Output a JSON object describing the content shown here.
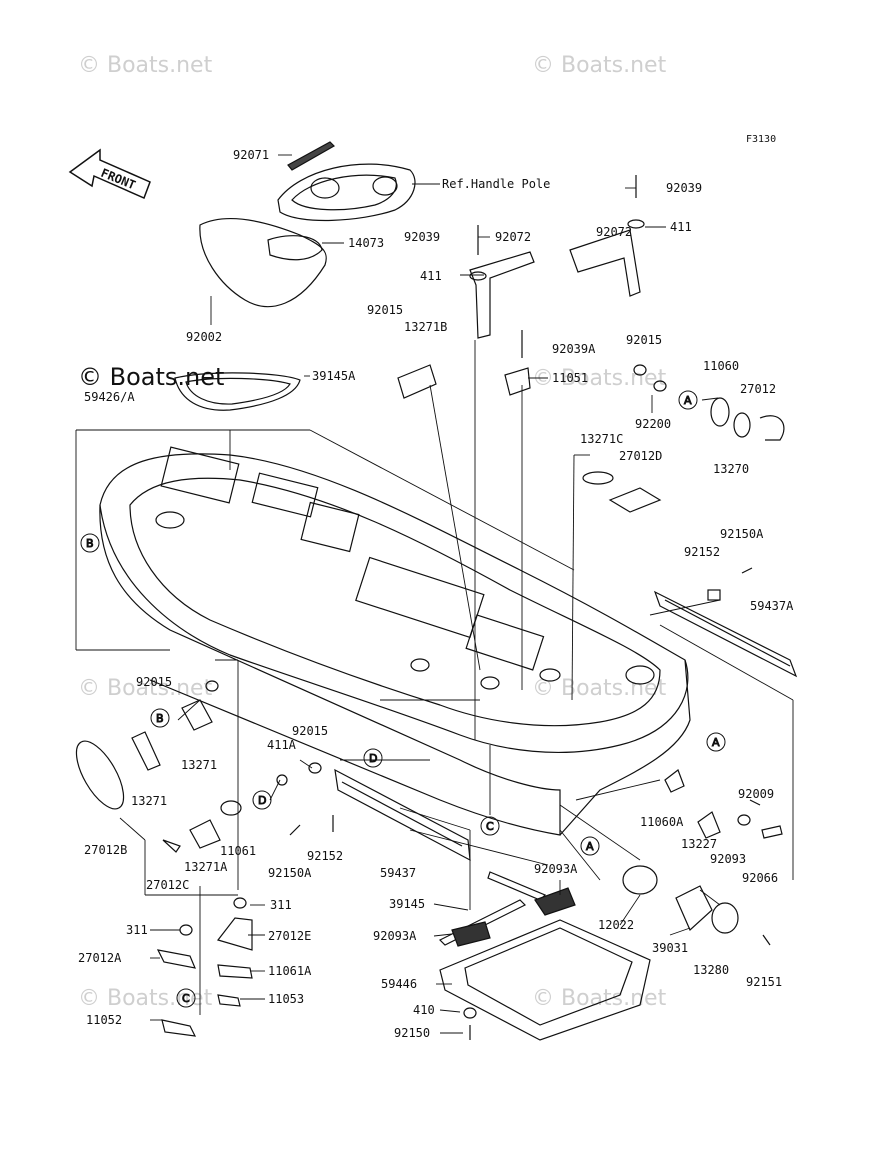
{
  "figure_id": "F3130",
  "watermark": "© Boats.net",
  "front_label": "FRONT",
  "ref_handle_pole": "Ref.Handle Pole",
  "circle_letters": [
    "A",
    "B",
    "C",
    "D"
  ],
  "part_labels": [
    "92071",
    "92039",
    "14073",
    "92002",
    "92039",
    "92072",
    "92072",
    "411",
    "411",
    "92015",
    "13271B",
    "92039A",
    "11051",
    "92015",
    "11060",
    "27012",
    "92200",
    "13270",
    "39145A",
    "59426/A",
    "13271C",
    "27012D",
    "92150A",
    "92152",
    "59437A",
    "92015",
    "13271",
    "13271",
    "27012B",
    "92015",
    "411A",
    "11061",
    "13271A",
    "27012C",
    "92150A",
    "92152",
    "59437",
    "92009",
    "11060A",
    "13227",
    "92093",
    "92066",
    "92093A",
    "39145",
    "92093A",
    "59446",
    "410",
    "92150",
    "12022",
    "39031",
    "13280",
    "92151",
    "311",
    "311",
    "27012E",
    "27012A",
    "11061A",
    "11053",
    "11052"
  ]
}
